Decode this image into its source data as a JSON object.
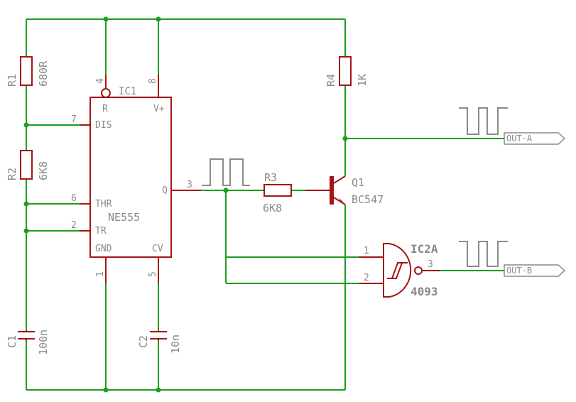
{
  "components": {
    "r1": {
      "ref": "R1",
      "value": "680R"
    },
    "r2": {
      "ref": "R2",
      "value": "6K8"
    },
    "r3": {
      "ref": "R3",
      "value": "6K8"
    },
    "r4": {
      "ref": "R4",
      "value": "1K"
    },
    "c1": {
      "ref": "C1",
      "value": "100n"
    },
    "c2": {
      "ref": "C2",
      "value": "10n"
    },
    "q1": {
      "ref": "Q1",
      "value": "BC547"
    },
    "ic1": {
      "ref": "IC1",
      "value": "NE555",
      "pins": {
        "reset": "R",
        "vcc": "V+",
        "dis": "DIS",
        "thr": "THR",
        "tr": "TR",
        "gnd": "GND",
        "cv": "CV",
        "out": "Q"
      },
      "pin_numbers": {
        "reset": "4",
        "vcc": "8",
        "dis": "7",
        "thr": "6",
        "tr": "2",
        "gnd": "1",
        "cv": "5",
        "out": "3"
      }
    },
    "ic2a": {
      "ref": "IC2A",
      "value": "4093",
      "pin_numbers": {
        "in1": "1",
        "in2": "2",
        "out": "3"
      }
    }
  },
  "ports": {
    "out_a": "OUT-A",
    "out_b": "OUT-B"
  },
  "colors": {
    "wire": "#1e9e1e",
    "component": "#a31515",
    "text": "#8a8a8a"
  }
}
